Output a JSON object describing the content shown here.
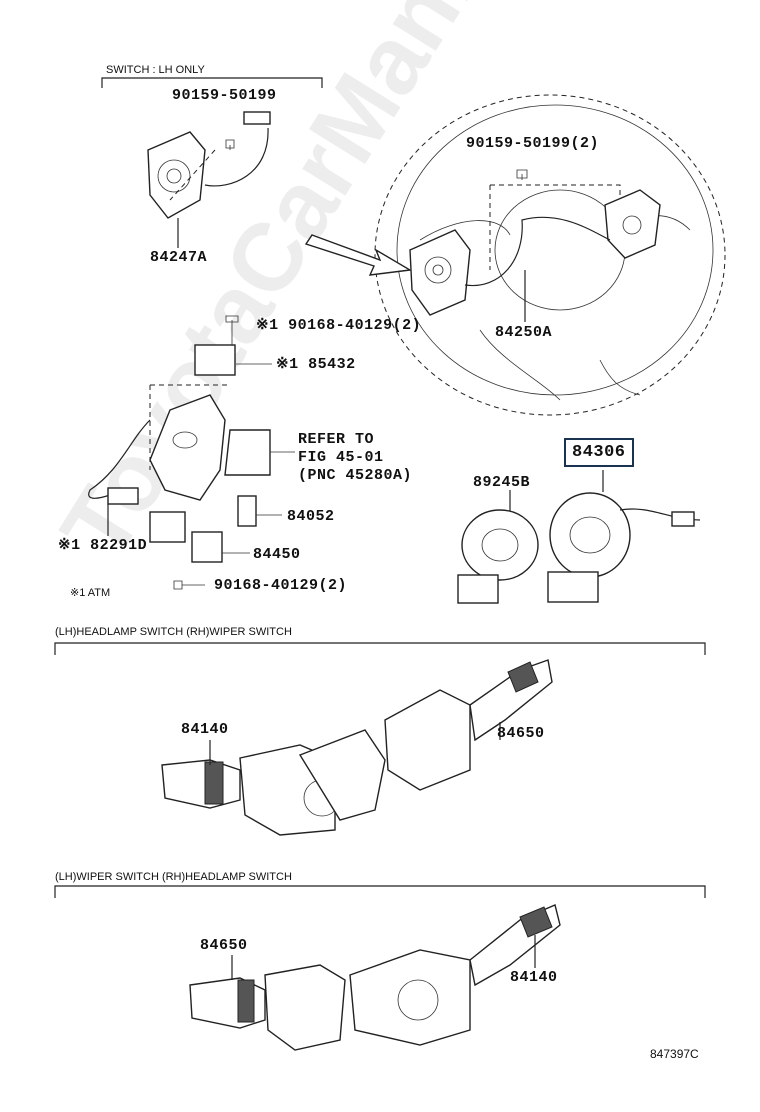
{
  "labels": {
    "switch_lh_only": "SWITCH : LH ONLY",
    "p90159_top": "90159-50199",
    "p84247A": "84247A",
    "p90159_2": "90159-50199(2)",
    "p84250A": "84250A",
    "p90168_top": "※1 90168-40129(2)",
    "p85432": "※1 85432",
    "refer1": "REFER TO",
    "refer2": "FIG 45-01",
    "refer3": "(PNC 45280A)",
    "p84052": "84052",
    "p82291D": "※1 82291D",
    "p84450": "84450",
    "p90168_bot": "90168-40129(2)",
    "atm_note": "※1 ATM",
    "p84306": "84306",
    "p89245B": "89245B",
    "section1": "(LH)HEADLAMP SWITCH  (RH)WIPER SWITCH",
    "p84140_a": "84140",
    "p84650_a": "84650",
    "section2": "(LH)WIPER SWITCH  (RH)HEADLAMP SWITCH",
    "p84650_b": "84650",
    "p84140_b": "84140",
    "fig_code": "847397C"
  },
  "watermark": "ToyotaCarMan.ru",
  "colors": {
    "highlight_box": "#1a3350",
    "line": "#222222"
  }
}
